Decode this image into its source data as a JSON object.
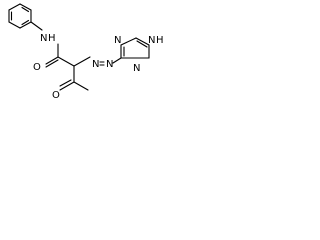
{
  "molecule": {
    "atoms": {
      "N_amide": "N",
      "H_amide": "H",
      "O_amide": "O",
      "O_ketone": "O",
      "N_azo_1": "N",
      "N_azo_2": "N",
      "N_ring_left": "N",
      "N_ring_right": "N",
      "N_ring_h": "N",
      "H_ring": "H"
    },
    "colors": {
      "bond": "#000000",
      "label": "#000000",
      "background": "#ffffff"
    }
  }
}
